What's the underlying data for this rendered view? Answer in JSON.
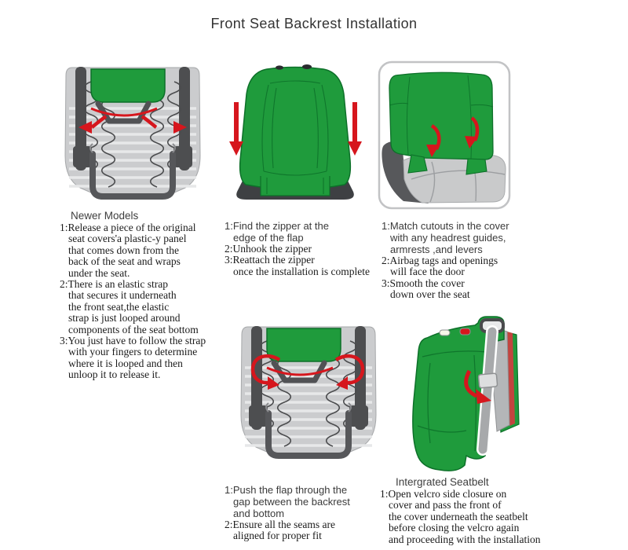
{
  "title": "Front Seat Backrest Installation",
  "colors": {
    "cover_green": "#1f9b3c",
    "green_outline": "#0d7029",
    "arrow_red": "#d6161d",
    "seat_grey": "#c9cacb",
    "frame_dark_grey": "#4d4e50",
    "text_dark": "#1b1b1b"
  },
  "figures": {
    "top_left": "underseat-frame-release-figure",
    "top_middle": "backrest-cover-pull-down-figure",
    "top_right": "seat-cover-fitting-figure",
    "bottom_middle": "underseat-flap-push-figure",
    "bottom_right": "integrated-seatbelt-figure"
  },
  "sections": {
    "newer_models": {
      "heading": "Newer Models",
      "items": [
        "1:Release a piece of the original\nseat covers'a plastic-y panel\nthat comes down from the\nback of the seat and wraps\nunder the seat.",
        "2:There is an elastic strap\nthat secures it underneath\nthe front seat,the elastic\nstrap is just looped around\ncomponents of the seat bottom",
        "3:You just have to follow the strap\nwith your fingers to determine\nwhere it is looped and then\nunloop it to release it."
      ]
    },
    "zipper": {
      "items": [
        "1:Find the zipper at the\nedge of the flap",
        "2:Unhook the zipper",
        "3:Reattach the zipper\nonce the installation is complete"
      ]
    },
    "cutouts": {
      "items": [
        "1:Match cutouts in the cover\nwith any headrest guides,\narmrests ,and levers",
        "2:Airbag tags and openings\nwill face the door",
        "3:Smooth the cover\ndown over the seat"
      ]
    },
    "flap": {
      "items": [
        "1:Push the flap through the\ngap between the backrest\nand bottom",
        "2:Ensure all the seams are\naligned for proper fit"
      ]
    },
    "seatbelt": {
      "heading": "Intergrated Seatbelt",
      "items": [
        "1:Open velcro side closure on\ncover and pass the front of\nthe cover underneath the seatbelt\nbefore closing the velcro again\nand proceeding with the installation"
      ]
    }
  }
}
